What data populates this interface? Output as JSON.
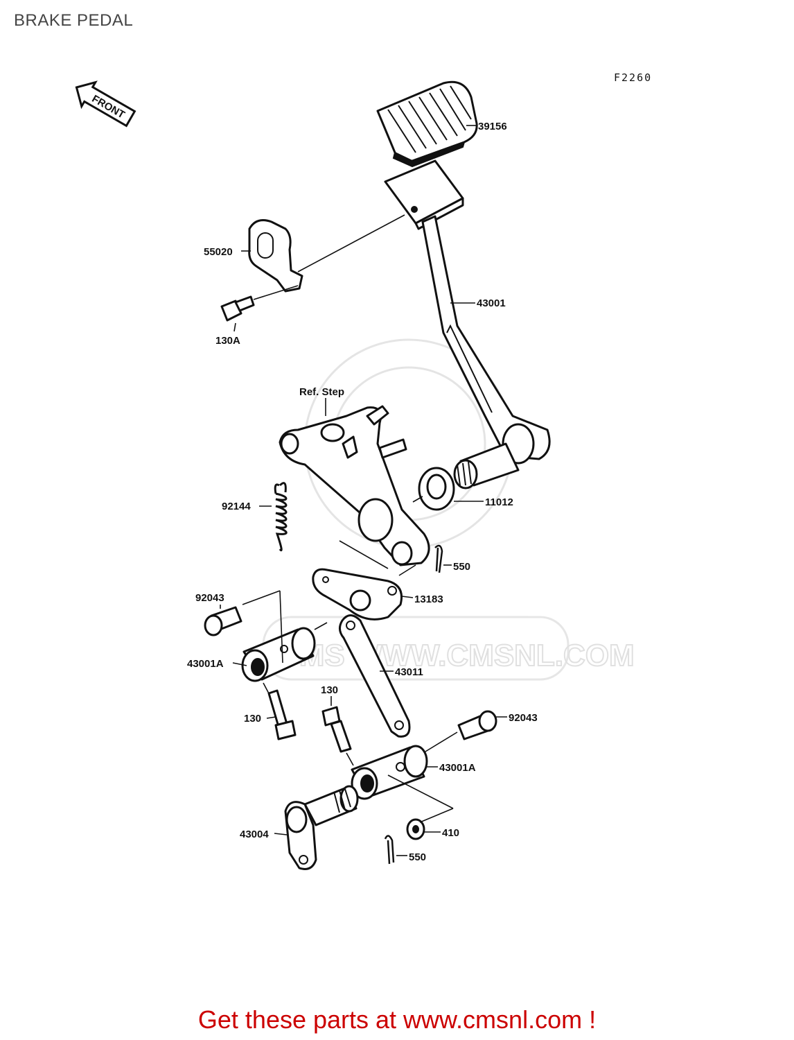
{
  "page": {
    "title": "BRAKE PEDAL"
  },
  "diagram": {
    "figure_code": "F2260",
    "front_arrow_label": "FRONT",
    "watermark": "CMS WWW.CMSNL.COM",
    "ref_label": "Ref. Step",
    "callouts": {
      "pedal_pad": "39156",
      "brake_pedal": "43001",
      "stopper_bracket": "55020",
      "bolt_130a": "130A",
      "seal": "11012",
      "spring": "92144",
      "cotter_pin_top": "550",
      "lever_plate": "13183",
      "pin_left": "92043",
      "joint_left": "43001A",
      "rod": "43011",
      "bolt_130_mid": "130",
      "bolt_130_left": "130",
      "pin_right": "92043",
      "joint_right": "43001A",
      "shaft_lever": "43004",
      "washer": "410",
      "cotter_pin_bottom": "550"
    }
  },
  "banner": {
    "text": "Get these parts at www.cmsnl.com !",
    "color": "#cc0000"
  }
}
